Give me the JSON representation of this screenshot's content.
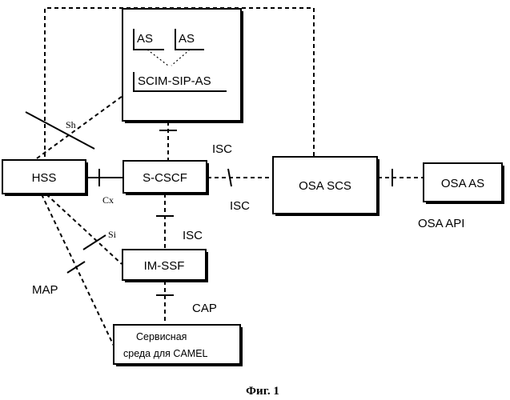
{
  "nodes": {
    "hss": "HSS",
    "scscf": "S-CSCF",
    "osa_scs": "OSA SCS",
    "osa_as": "OSA AS",
    "imssf": "IM-SSF",
    "as_left": "AS",
    "as_right": "AS",
    "scim_sip_as": "SCIM-SIP-AS",
    "camel_line1": "Сервисная",
    "camel_line2": "среда для  CAMEL"
  },
  "interfaces": {
    "sh": "Sh",
    "cx": "Cx",
    "si": "Si",
    "map": "MAP",
    "isc_top": "ISC",
    "isc_bottom": "ISC",
    "isc_imssf": "ISC",
    "cap": "CAP",
    "osa_api": "OSA API"
  },
  "caption": "Фиг. 1"
}
